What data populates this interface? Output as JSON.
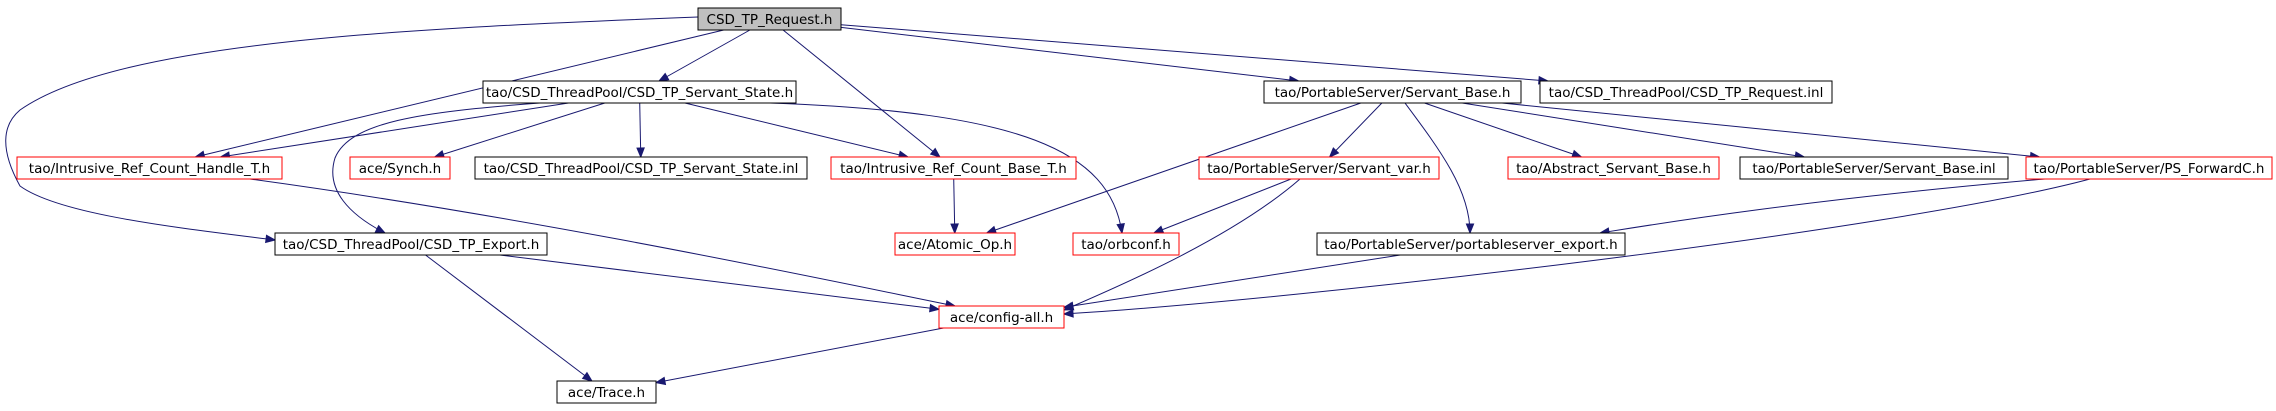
{
  "graph": {
    "nodes": [
      {
        "id": "root",
        "label": "CSD_TP_Request.h",
        "style": "root"
      },
      {
        "id": "state",
        "label": "tao/CSD_ThreadPool/CSD_TP_Servant_State.h",
        "style": "black"
      },
      {
        "id": "servant_base",
        "label": "tao/PortableServer/Servant_Base.h",
        "style": "black"
      },
      {
        "id": "request_inl",
        "label": "tao/CSD_ThreadPool/CSD_TP_Request.inl",
        "style": "black"
      },
      {
        "id": "irc_handle",
        "label": "tao/Intrusive_Ref_Count_Handle_T.h",
        "style": "red"
      },
      {
        "id": "synch",
        "label": "ace/Synch.h",
        "style": "red"
      },
      {
        "id": "state_inl",
        "label": "tao/CSD_ThreadPool/CSD_TP_Servant_State.inl",
        "style": "black"
      },
      {
        "id": "irc_base",
        "label": "tao/Intrusive_Ref_Count_Base_T.h",
        "style": "red"
      },
      {
        "id": "servant_var",
        "label": "tao/PortableServer/Servant_var.h",
        "style": "red"
      },
      {
        "id": "abstract_base",
        "label": "tao/Abstract_Servant_Base.h",
        "style": "red"
      },
      {
        "id": "servant_base_inl",
        "label": "tao/PortableServer/Servant_Base.inl",
        "style": "black"
      },
      {
        "id": "ps_forward",
        "label": "tao/PortableServer/PS_ForwardC.h",
        "style": "red"
      },
      {
        "id": "export",
        "label": "tao/CSD_ThreadPool/CSD_TP_Export.h",
        "style": "black"
      },
      {
        "id": "atomic_op",
        "label": "ace/Atomic_Op.h",
        "style": "red"
      },
      {
        "id": "orbconf",
        "label": "tao/orbconf.h",
        "style": "red"
      },
      {
        "id": "ps_export",
        "label": "tao/PortableServer/portableserver_export.h",
        "style": "black"
      },
      {
        "id": "config_all",
        "label": "ace/config-all.h",
        "style": "red"
      },
      {
        "id": "trace",
        "label": "ace/Trace.h",
        "style": "black"
      }
    ],
    "edges": [
      {
        "from": "root",
        "to": "state"
      },
      {
        "from": "root",
        "to": "servant_base"
      },
      {
        "from": "root",
        "to": "request_inl"
      },
      {
        "from": "root",
        "to": "irc_handle"
      },
      {
        "from": "root",
        "to": "irc_base"
      },
      {
        "from": "root",
        "to": "export"
      },
      {
        "from": "state",
        "to": "irc_handle"
      },
      {
        "from": "state",
        "to": "synch"
      },
      {
        "from": "state",
        "to": "state_inl"
      },
      {
        "from": "state",
        "to": "irc_base"
      },
      {
        "from": "state",
        "to": "orbconf"
      },
      {
        "from": "state",
        "to": "export"
      },
      {
        "from": "servant_base",
        "to": "atomic_op"
      },
      {
        "from": "servant_base",
        "to": "servant_var"
      },
      {
        "from": "servant_base",
        "to": "abstract_base"
      },
      {
        "from": "servant_base",
        "to": "servant_base_inl"
      },
      {
        "from": "servant_base",
        "to": "ps_forward"
      },
      {
        "from": "servant_base",
        "to": "ps_export"
      },
      {
        "from": "irc_handle",
        "to": "config_all"
      },
      {
        "from": "irc_base",
        "to": "atomic_op"
      },
      {
        "from": "servant_var",
        "to": "orbconf"
      },
      {
        "from": "servant_var",
        "to": "config_all"
      },
      {
        "from": "ps_forward",
        "to": "ps_export"
      },
      {
        "from": "ps_forward",
        "to": "config_all"
      },
      {
        "from": "export",
        "to": "config_all"
      },
      {
        "from": "export",
        "to": "trace"
      },
      {
        "from": "ps_export",
        "to": "config_all"
      },
      {
        "from": "config_all",
        "to": "trace"
      }
    ],
    "colors": {
      "edge": "#191970",
      "red_border": "#ff0000",
      "black_border": "#000000",
      "root_fill": "#bfbfbf"
    }
  }
}
